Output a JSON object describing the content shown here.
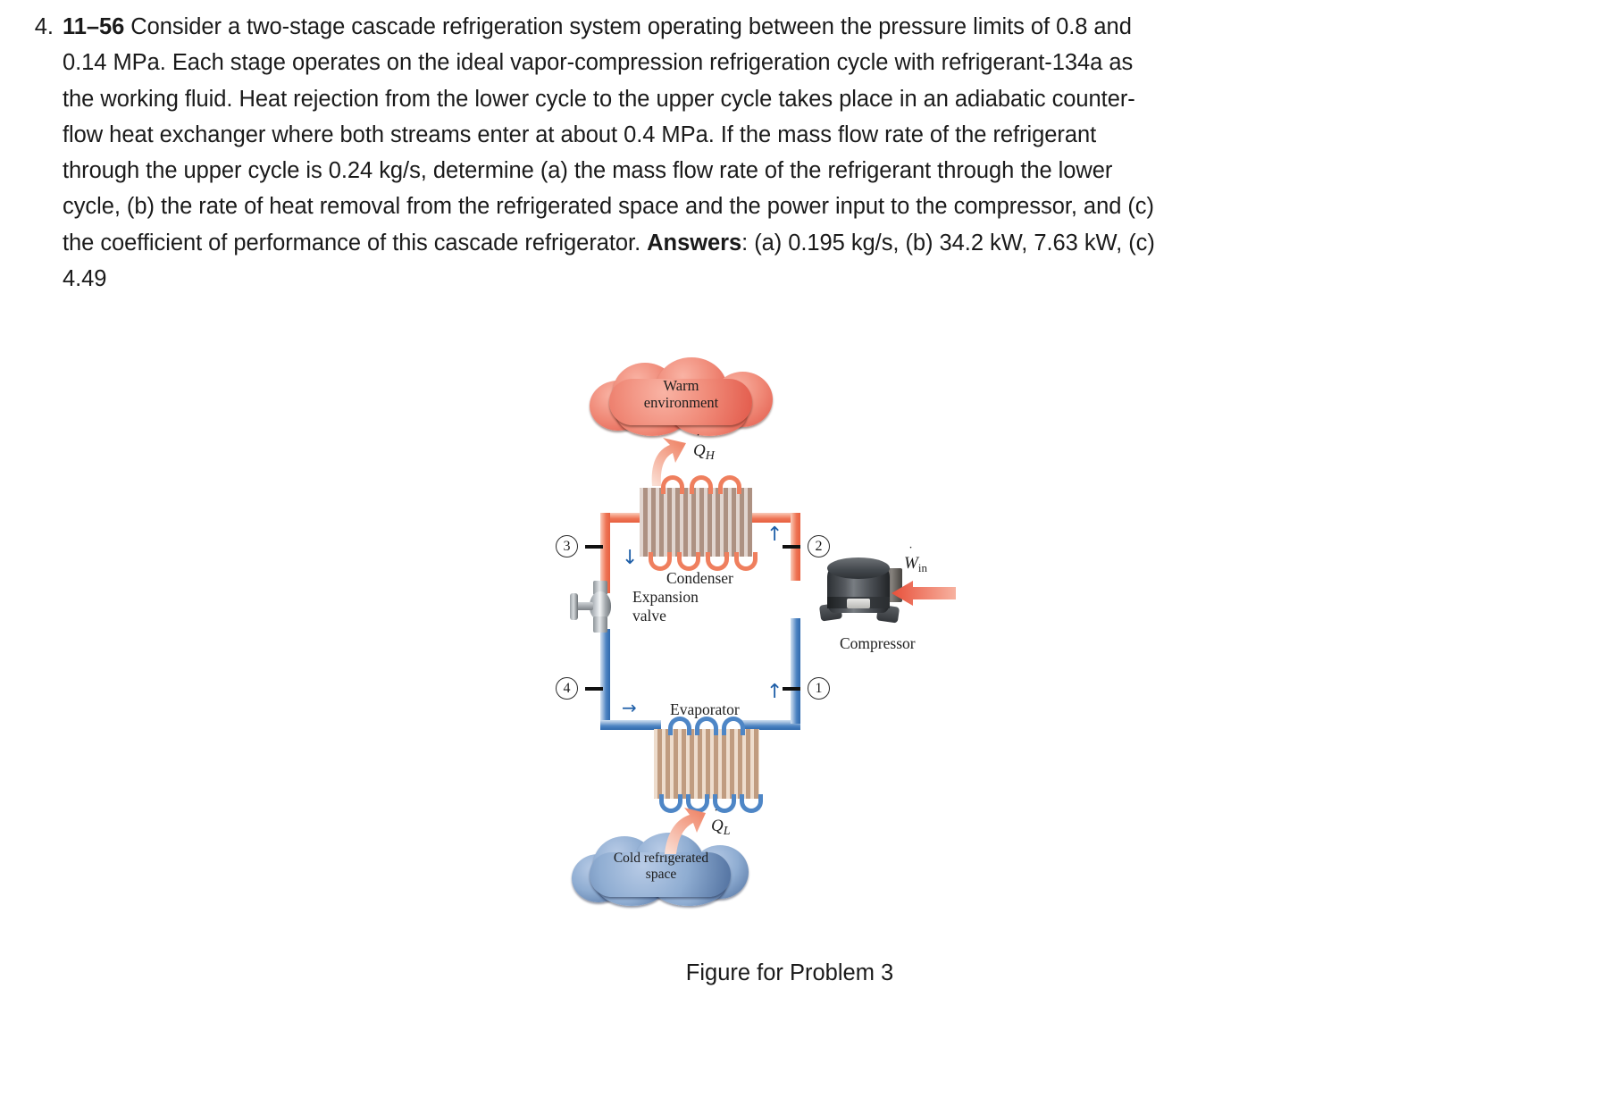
{
  "problem": {
    "number": "4.",
    "label": "11–56",
    "body": " Consider a two-stage cascade refrigeration system operating between the pressure limits of 0.8 and 0.14 MPa. Each stage operates on the ideal vapor-compression refrigeration cycle with refrigerant-134a as the working fluid. Heat rejection from the lower cycle to the upper cycle takes place in an adiabatic counter-flow heat exchanger where both streams enter at about 0.4 MPa. If the mass flow rate of the refrigerant through the upper cycle is 0.24 kg/s, determine (a) the mass flow rate of the refrigerant through the lower cycle, (b) the rate of heat removal from the refrigerated space and the power input to the compressor, and (c) the coefficient of performance of this cascade refrigerator. ",
    "answers_label": "Answers",
    "answers_body": ": (a) 0.195 kg/s, (b) 34.2 kW, 7.63 kW, (c) 4.49"
  },
  "figure": {
    "caption": "Figure for Problem 3",
    "warm_cloud": {
      "line1": "Warm",
      "line2": "environment"
    },
    "cold_cloud": {
      "line1": "Cold refrigerated",
      "line2": "space"
    },
    "components": {
      "condenser": "Condenser",
      "evaporator": "Evaporator",
      "compressor": "Compressor",
      "expansion_valve_line1": "Expansion",
      "expansion_valve_line2": "valve"
    },
    "energy_labels": {
      "q_h_symbol": "Q",
      "q_h_sub": "H",
      "q_l_symbol": "Q",
      "q_l_sub": "L",
      "w_in_symbol": "W",
      "w_in_sub": "in"
    },
    "state_points": [
      "1",
      "2",
      "3",
      "4"
    ],
    "colors": {
      "hot_pipe": "#ee7354",
      "cold_pipe": "#4d84c2",
      "warm_cloud": "#e2594a",
      "cold_cloud": "#4f6f9e",
      "work_arrow": "#e8503a",
      "heat_arrow": "#f08a6e",
      "flow_arrow": "#1f5fa8"
    }
  }
}
